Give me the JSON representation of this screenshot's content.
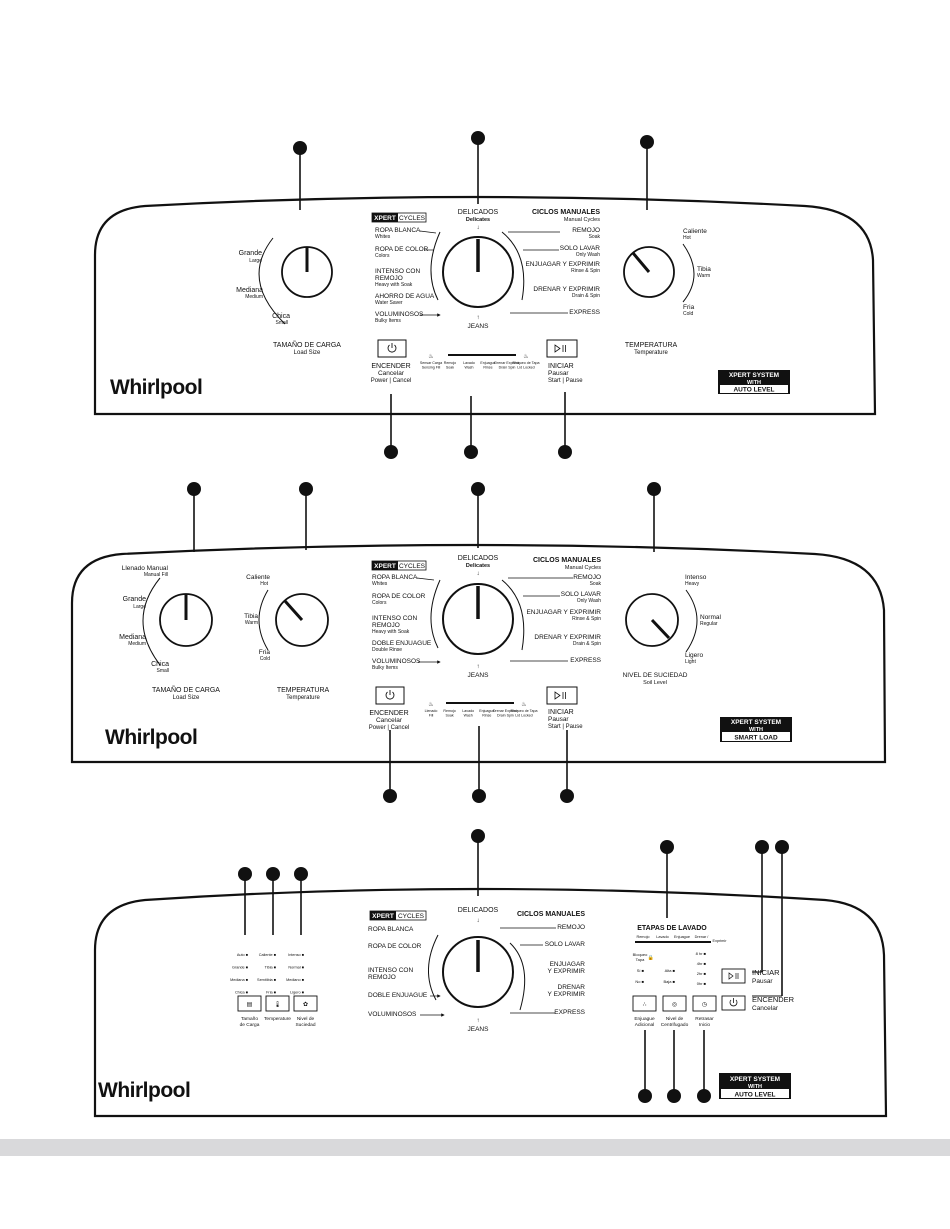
{
  "colors": {
    "ink": "#111111",
    "footer": "#d9d9db",
    "label_bg": "#000000",
    "label_fg": "#ffffff"
  },
  "icons": [
    "power-icon",
    "play-pause-icon",
    "callout-dot"
  ],
  "brand": "Whirlpool",
  "xpert": {
    "a": "XPERT",
    "b": "CYCLES"
  },
  "panel1": {
    "load": {
      "large": "Grande",
      "large_en": "Large",
      "medium": "Mediana",
      "medium_en": "Medium",
      "small": "Chica",
      "small_en": "Small",
      "title": "TAMAÑO DE CARGA",
      "title_en": "Load Size"
    },
    "cycle": {
      "top": "DELICADOS",
      "top_en": "Delicates",
      "manual": "CICLOS MANUALES",
      "manual_en": "Manual Cycles",
      "bottom": "JEANS",
      "left": [
        {
          "es": "ROPA BLANCA",
          "en": "Whites"
        },
        {
          "es": "ROPA DE COLOR",
          "en": "Colors"
        },
        {
          "es": "INTENSO CON",
          "es2": "REMOJO",
          "en": "Heavy with Soak"
        },
        {
          "es": "AHORRO DE AGUA",
          "en": "Water Saver"
        },
        {
          "es": "VOLUMINOSOS",
          "en": "Bulky Items"
        }
      ],
      "right": [
        {
          "es": "REMOJO",
          "en": "Soak"
        },
        {
          "es": "SOLO LAVAR",
          "en": "Only Wash"
        },
        {
          "es": "ENJUAGAR Y EXPRIMIR",
          "en": "Rinse & Spin"
        },
        {
          "es": "DRENAR Y EXPRIMIR",
          "en": "Drain & Spin"
        },
        {
          "es": "EXPRESS",
          "en": ""
        }
      ]
    },
    "temp": {
      "hot": "Caliente",
      "hot_en": "Hot",
      "warm": "Tibia",
      "warm_en": "Warm",
      "cold": "Fria",
      "cold_en": "Cold",
      "title": "TEMPERATURA",
      "title_en": "Temperature"
    },
    "power": {
      "es": "ENCENDER",
      "es2": "Cancelar",
      "en": "Power | Cancel"
    },
    "start": {
      "es": "INICIAR",
      "es2": "Pausar",
      "en": "Start | Pause"
    },
    "stages": [
      "Sensar Carga Sensing Fill",
      "Remojo Soak",
      "Lavado Wash",
      "Enjuague Rinse",
      "Drenar Exprimir Drain Spin",
      "Bloqueo de Tapa Lid Locked"
    ],
    "badge": {
      "l1": "XPERT SYSTEM",
      "l2": "WITH",
      "l3": "AUTO LEVEL"
    }
  },
  "panel2": {
    "load": {
      "manual": "Llenado Manual",
      "manual_en": "Manual Fill",
      "large": "Grande",
      "large_en": "Large",
      "medium": "Mediana",
      "medium_en": "Medium",
      "small": "Chica",
      "small_en": "Small",
      "title": "TAMAÑO DE CARGA",
      "title_en": "Load Size"
    },
    "temp": {
      "hot": "Caliente",
      "hot_en": "Hot",
      "warm": "Tibia",
      "warm_en": "Warm",
      "cold": "Fria",
      "cold_en": "Cold",
      "title": "TEMPERATURA",
      "title_en": "Temperature"
    },
    "cycle": {
      "top": "DELICADOS",
      "top_en": "Delicates",
      "manual": "CICLOS MANUALES",
      "manual_en": "Manual Cycles",
      "bottom": "JEANS",
      "left": [
        {
          "es": "ROPA BLANCA",
          "en": "Whites"
        },
        {
          "es": "ROPA DE COLOR",
          "en": "Colors"
        },
        {
          "es": "INTENSO CON",
          "es2": "REMOJO",
          "en": "Heavy with Soak"
        },
        {
          "es": "DOBLE ENJUAGUE",
          "en": "Double Rinse"
        },
        {
          "es": "VOLUMINOSOS",
          "en": "Bulky Items"
        }
      ],
      "right": [
        {
          "es": "REMOJO",
          "en": "Soak"
        },
        {
          "es": "SOLO LAVAR",
          "en": "Only Wash"
        },
        {
          "es": "ENJUAGAR Y EXPRIMIR",
          "en": "Rinse & Spin"
        },
        {
          "es": "DRENAR Y EXPRIMIR",
          "en": "Drain & Spin"
        },
        {
          "es": "EXPRESS",
          "en": ""
        }
      ]
    },
    "soil": {
      "heavy": "Intenso",
      "heavy_en": "Heavy",
      "normal": "Normal",
      "normal_en": "Regular",
      "light": "Ligero",
      "light_en": "Light",
      "title": "NIVEL DE SUCIEDAD",
      "title_en": "Soil Level"
    },
    "power": {
      "es": "ENCENDER",
      "es2": "Cancelar",
      "en": "Power | Cancel"
    },
    "start": {
      "es": "INICIAR",
      "es2": "Pausar",
      "en": "Start | Pause"
    },
    "stages": [
      "Llenado Fill",
      "Remojo Soak",
      "Lavado Wash",
      "Enjuague Rinse",
      "Drenar Exprimir Drain Spin",
      "Bloqueo de Tapa Lid Locked"
    ],
    "badge": {
      "l1": "XPERT SYSTEM",
      "l2": "WITH",
      "l3": "SMART LOAD"
    }
  },
  "panel3": {
    "levels": {
      "load": [
        "Auto",
        "Grande",
        "Mediana",
        "Chica"
      ],
      "temp": [
        "Caliente",
        "Tibia",
        "Semitibia",
        "Fria"
      ],
      "soil": [
        "Intenso",
        "Normal",
        "Mediano",
        "Ligero"
      ]
    },
    "buttons": [
      {
        "l1": "Tamaño",
        "l2": "de Carga"
      },
      {
        "l1": "Temperature",
        "l2": ""
      },
      {
        "l1": "Nivel de",
        "l2": "Suciedad"
      }
    ],
    "cycle": {
      "top": "DELICADOS",
      "manual": "CICLOS MANUALES",
      "bottom": "JEANS",
      "left": [
        "ROPA BLANCA",
        "ROPA DE COLOR",
        "INTENSO CON",
        "REMOJO",
        "DOBLE ENJUAGUE",
        "VOLUMINOSOS"
      ],
      "right": [
        "REMOJO",
        "SOLO LAVAR",
        "ENJUAGAR",
        "Y EXPRIMIR",
        "DRENAR",
        "Y EXPRIMIR",
        "EXPRESS"
      ]
    },
    "stages_title": "ETAPAS DE LAVADO",
    "stages": [
      "Remojo",
      "Lavado",
      "Enjuague",
      "Drenar / Exprimir"
    ],
    "lock": {
      "l1": "Bloqueo",
      "l2": "Tapa"
    },
    "rinse": [
      "Sí",
      "No"
    ],
    "spin": [
      "Alta",
      "Baja"
    ],
    "delay": [
      "8 hr",
      "4hr",
      "2hr",
      "0hr"
    ],
    "opt_buttons": [
      {
        "l1": "Enjuague",
        "l2": "Adicional"
      },
      {
        "l1": "Nivel de",
        "l2": "Centrifugado"
      },
      {
        "l1": "Retrasar",
        "l2": "Inicio"
      }
    ],
    "start": {
      "es": "INICIAR",
      "es2": "Pausar"
    },
    "power": {
      "es": "ENCENDER",
      "es2": "Cancelar"
    },
    "badge": {
      "l1": "XPERT SYSTEM",
      "l2": "WITH",
      "l3": "AUTO LEVEL"
    }
  }
}
